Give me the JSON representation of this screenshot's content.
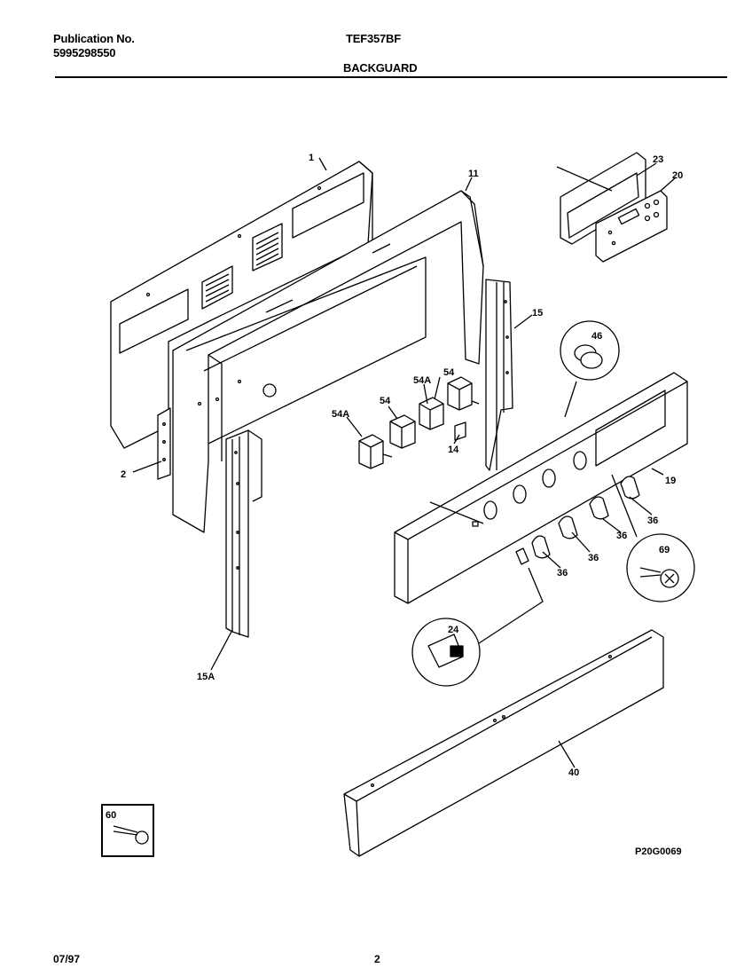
{
  "header": {
    "publication_label": "Publication No.",
    "publication_number": "5995298550",
    "model": "TEF357BF",
    "section": "BACKGUARD"
  },
  "callouts": {
    "p1": "1",
    "p11": "11",
    "p23": "23",
    "p20": "20",
    "p15": "15",
    "p46": "46",
    "p54a_top": "54A",
    "p54_top": "54",
    "p54": "54",
    "p54a": "54A",
    "p14": "14",
    "p2": "2",
    "p19": "19",
    "p36_a": "36",
    "p36_b": "36",
    "p36_c": "36",
    "p36_d": "36",
    "p69": "69",
    "p24": "24",
    "p15a": "15A",
    "p40": "40",
    "p60": "60"
  },
  "drawing_code": "P20G0069",
  "footer": {
    "date": "07/97",
    "page": "2"
  }
}
